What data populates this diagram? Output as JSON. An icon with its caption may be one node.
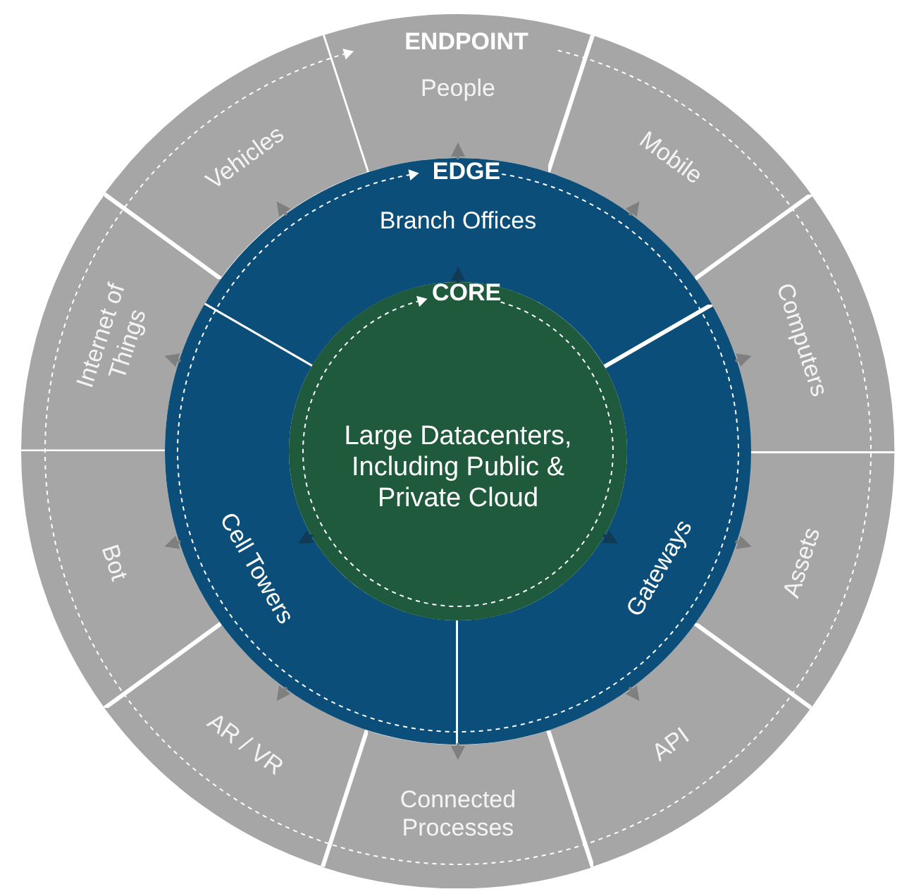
{
  "diagram": {
    "nodes": [
      {
        "text": [
          "People"
        ]
      },
      {
        "text": [
          "Mobile"
        ]
      },
      {
        "text": [
          "Computers"
        ]
      },
      {
        "text": [
          "Assets"
        ]
      },
      {
        "text": [
          "API"
        ]
      },
      {
        "text": [
          "Connected Processes"
        ]
      },
      {
        "text": [
          "AR / VR"
        ]
      },
      {
        "text": [
          "Bot"
        ]
      },
      {
        "text": [
          "Internet of Things"
        ]
      },
      {
        "text": [
          "Vehicles"
        ]
      },
      {
        "text": [
          "Branch Offices"
        ]
      },
      {
        "text": [
          "Gateways"
        ]
      },
      {
        "text": [
          "Cell Towers"
        ]
      },
      {
        "text": [
          "CORE",
          "Large Datacenters, Including Public & Private Cloud"
        ]
      }
    ],
    "edges": [
      {
        "from": 10,
        "to": 9,
        "arrow": "to"
      },
      {
        "from": 10,
        "to": 0,
        "arrow": "to"
      },
      {
        "from": 10,
        "to": 1,
        "arrow": "to"
      },
      {
        "from": 11,
        "to": 2,
        "arrow": "to"
      },
      {
        "from": 11,
        "to": 3,
        "arrow": "to"
      },
      {
        "from": 11,
        "to": 4,
        "arrow": "to"
      },
      {
        "from": 12,
        "to": 5,
        "arrow": "to"
      },
      {
        "from": 12,
        "to": 6,
        "arrow": "to"
      },
      {
        "from": 12,
        "to": 7,
        "arrow": "to"
      },
      {
        "from": 12,
        "to": 8,
        "arrow": "to"
      },
      {
        "from": 13,
        "to": 10,
        "arrow": "to",
        "color": "#123a55"
      },
      {
        "from": 13,
        "to": 11,
        "arrow": "to",
        "color": "#123a55"
      },
      {
        "from": 13,
        "to": 12,
        "arrow": "to",
        "color": "#123a55"
      }
    ],
    "labels": [
      "ENDPOINT",
      "EDGE"
    ]
  }
}
